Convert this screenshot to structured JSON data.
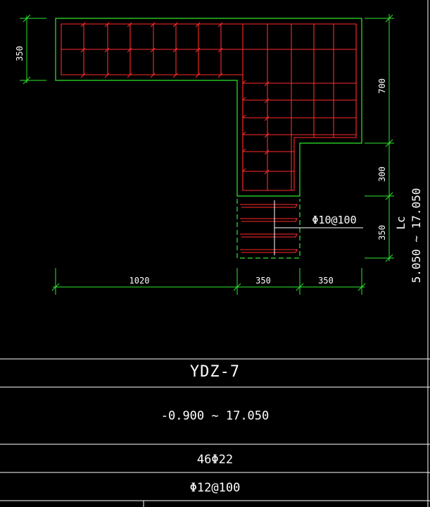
{
  "colors": {
    "background": "#000000",
    "outline": "#2ee82e",
    "rebar": "#ff2a2a",
    "dimension": "#2ee82e",
    "text": "#ffffff"
  },
  "drawing": {
    "dimensions": {
      "top_left_height": "350",
      "right_top": "700",
      "right_middle": "300",
      "right_bottom": "350",
      "bottom_left": "1020",
      "bottom_middle": "350",
      "bottom_right": "350"
    },
    "extension_label": "Lc",
    "extension_range": "5.050 ~ 17.050",
    "stirrup_label": "Φ10@100"
  },
  "table": {
    "id": "YDZ-7",
    "elevation": "-0.900 ~ 17.050",
    "longitudinal": "46Φ22",
    "stirrups": "Φ12@100"
  }
}
